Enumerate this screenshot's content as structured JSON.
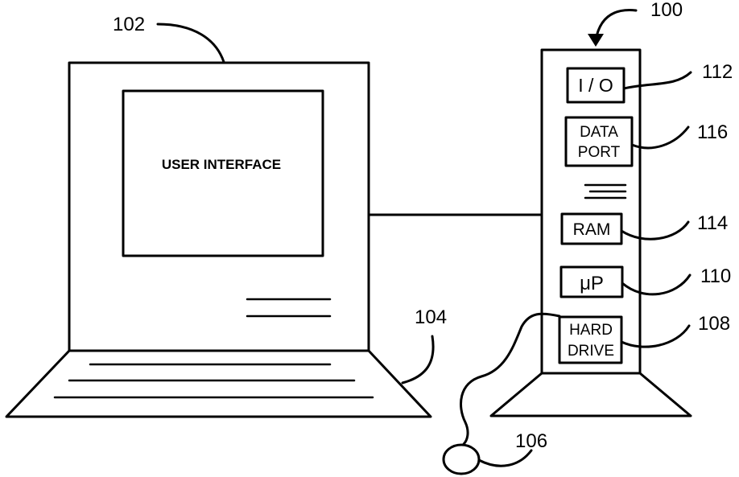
{
  "monitor": {
    "screen_label": "USER INTERFACE",
    "ref": "102"
  },
  "keyboard": {
    "ref": "104"
  },
  "computer": {
    "ref": "100",
    "components": {
      "io": {
        "label": "I / O",
        "ref": "112"
      },
      "data_port": {
        "label_line1": "DATA",
        "label_line2": "PORT",
        "ref": "116"
      },
      "ram": {
        "label": "RAM",
        "ref": "114"
      },
      "microprocessor": {
        "label": "μP",
        "ref": "110"
      },
      "hard_drive": {
        "label_line1": "HARD",
        "label_line2": "DRIVE",
        "ref": "108"
      }
    }
  },
  "mouse": {
    "ref": "106"
  }
}
